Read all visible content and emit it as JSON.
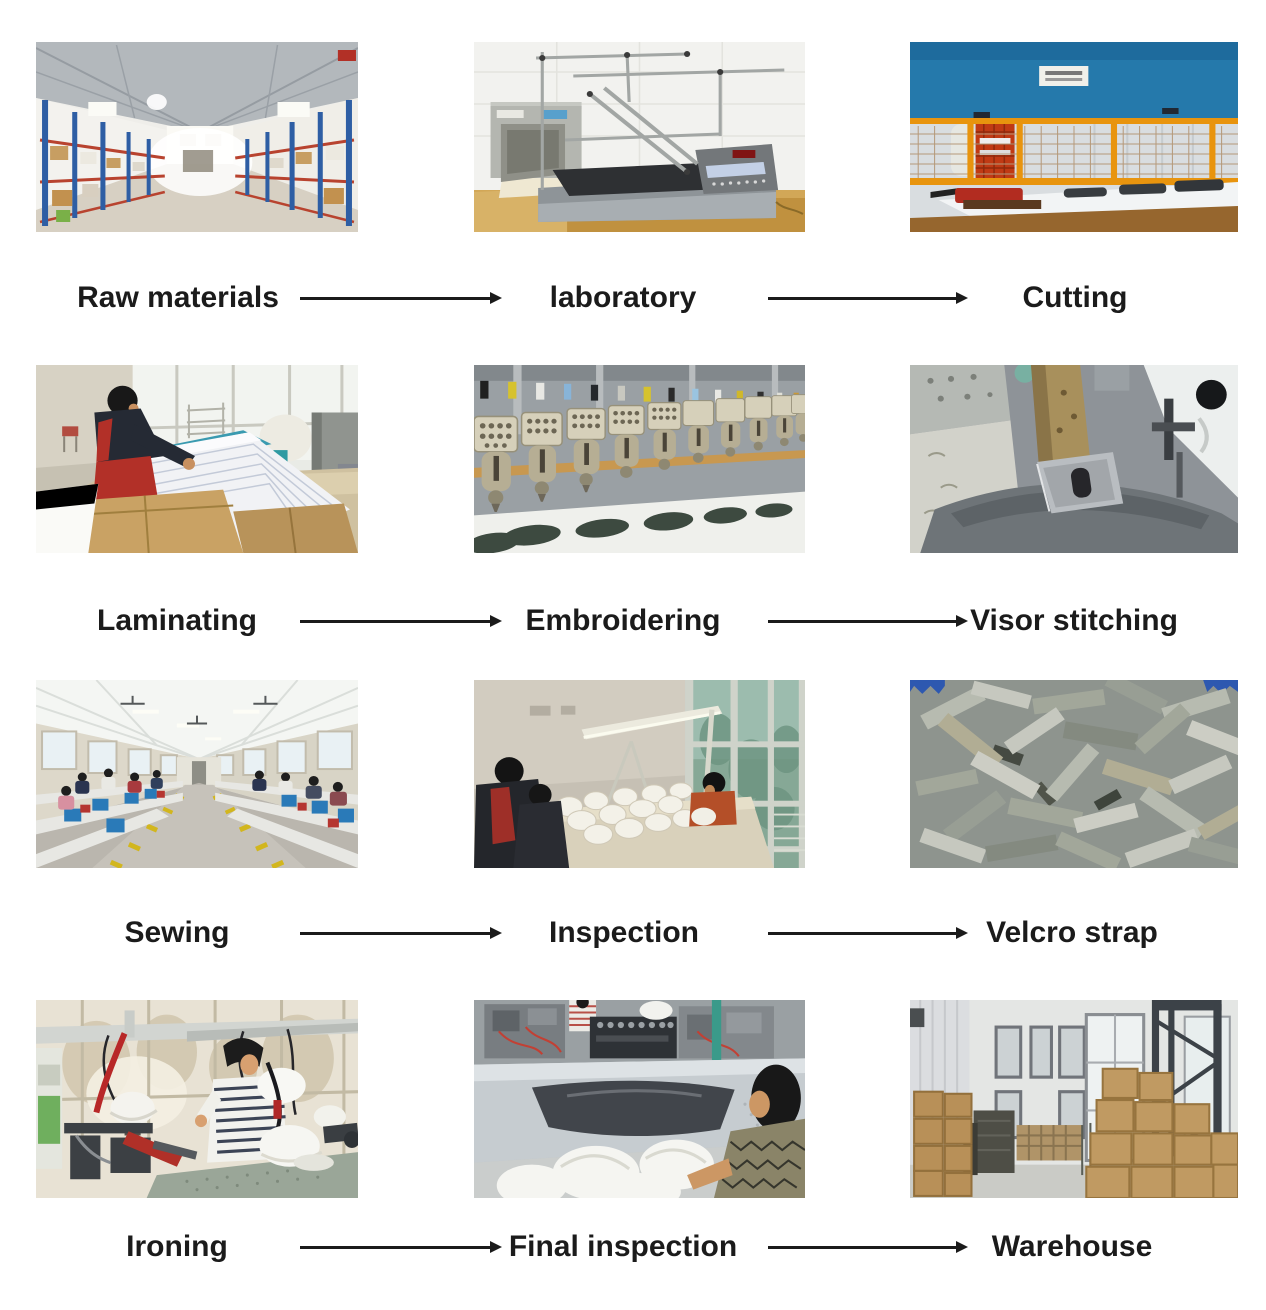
{
  "flow": {
    "rows": [
      {
        "steps": [
          {
            "label": "Raw materials",
            "photo_subject": "warehouse aisle with blue and red storage racks"
          },
          {
            "label": "laboratory",
            "photo_subject": "testing machine with metal frame on wooden bench"
          },
          {
            "label": "Cutting",
            "photo_subject": "blue cutting press behind orange safety mesh"
          }
        ]
      },
      {
        "steps": [
          {
            "label": "Laminating",
            "photo_subject": "worker stacking laminated white fabric sheets"
          },
          {
            "label": "Embroidering",
            "photo_subject": "row of embroidery machine heads over cap visors"
          },
          {
            "label": "Visor stitching",
            "photo_subject": "automated visor stitching machine close-up"
          }
        ]
      },
      {
        "steps": [
          {
            "label": "Sewing",
            "photo_subject": "sewing workshop floor with workers at tables"
          },
          {
            "label": "Inspection",
            "photo_subject": "workers inspecting white caps under a lamp"
          },
          {
            "label": "Velcro strap",
            "photo_subject": "pile of grey velcro strap pieces"
          }
        ]
      },
      {
        "steps": [
          {
            "label": "Ironing",
            "photo_subject": "worker ironing caps on steaming forms"
          },
          {
            "label": "Final inspection",
            "photo_subject": "worker checking finished caps at metal table"
          },
          {
            "label": "Warehouse",
            "photo_subject": "stacked cardboard cartons in warehouse"
          }
        ]
      }
    ],
    "arrow": {
      "icon": "right-arrow",
      "color": "#1b1b1b"
    },
    "colors": {
      "background": "#ffffff",
      "label_text": "#1b1b1b"
    }
  }
}
